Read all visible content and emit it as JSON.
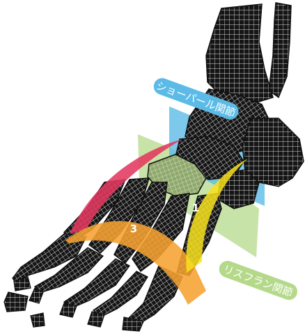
{
  "labels": {
    "chopart": "ショーパール関節",
    "lisfranc": "リスフラン関節"
  },
  "numbers": {
    "one": "1",
    "three": "3"
  },
  "colors": {
    "chopart_plane": "#5bbbe6",
    "lisfranc_plane": "#b5d98a",
    "arc_red": "#e2385f",
    "arc_orange": "#f6a230",
    "arc_yellow": "#f8e21d",
    "bone_fill": "#1a1a1a",
    "bone_mesh": "#ffffff"
  }
}
